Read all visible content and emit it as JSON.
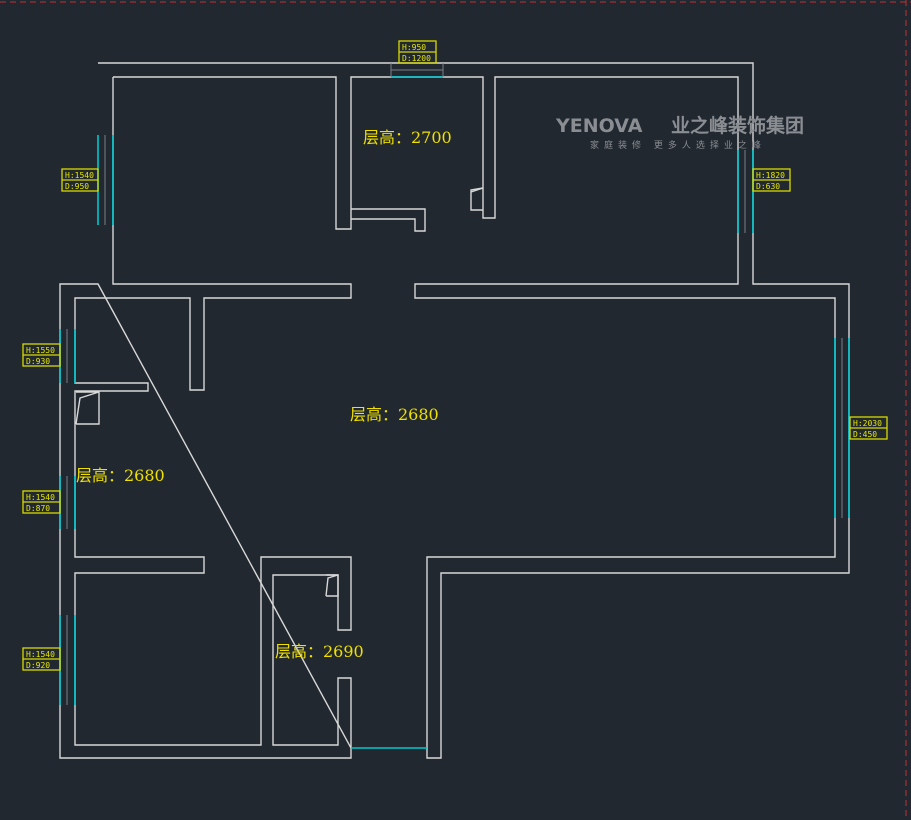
{
  "logo": {
    "brand": "YENOVA",
    "company": "业之峰装饰集团",
    "slogan": "家庭装修 更多人选择业之峰"
  },
  "rooms": [
    {
      "label": "层高：2700"
    },
    {
      "label": "层高：2680"
    },
    {
      "label": "层高：2680"
    },
    {
      "label": "层高：2690"
    }
  ],
  "windows": [
    {
      "h": "H:950",
      "d": "D:1200"
    },
    {
      "h": "H:1540",
      "d": "D:950"
    },
    {
      "h": "H:1820",
      "d": "D:630"
    },
    {
      "h": "H:1550",
      "d": "D:930"
    },
    {
      "h": "H:2030",
      "d": "D:450"
    },
    {
      "h": "H:1540",
      "d": "D:870"
    },
    {
      "h": "H:1540",
      "d": "D:920"
    }
  ],
  "colors": {
    "background": "#212830",
    "wall": "#d8d8d8",
    "window": "#00c8d0",
    "annotation": "#e8e800"
  }
}
